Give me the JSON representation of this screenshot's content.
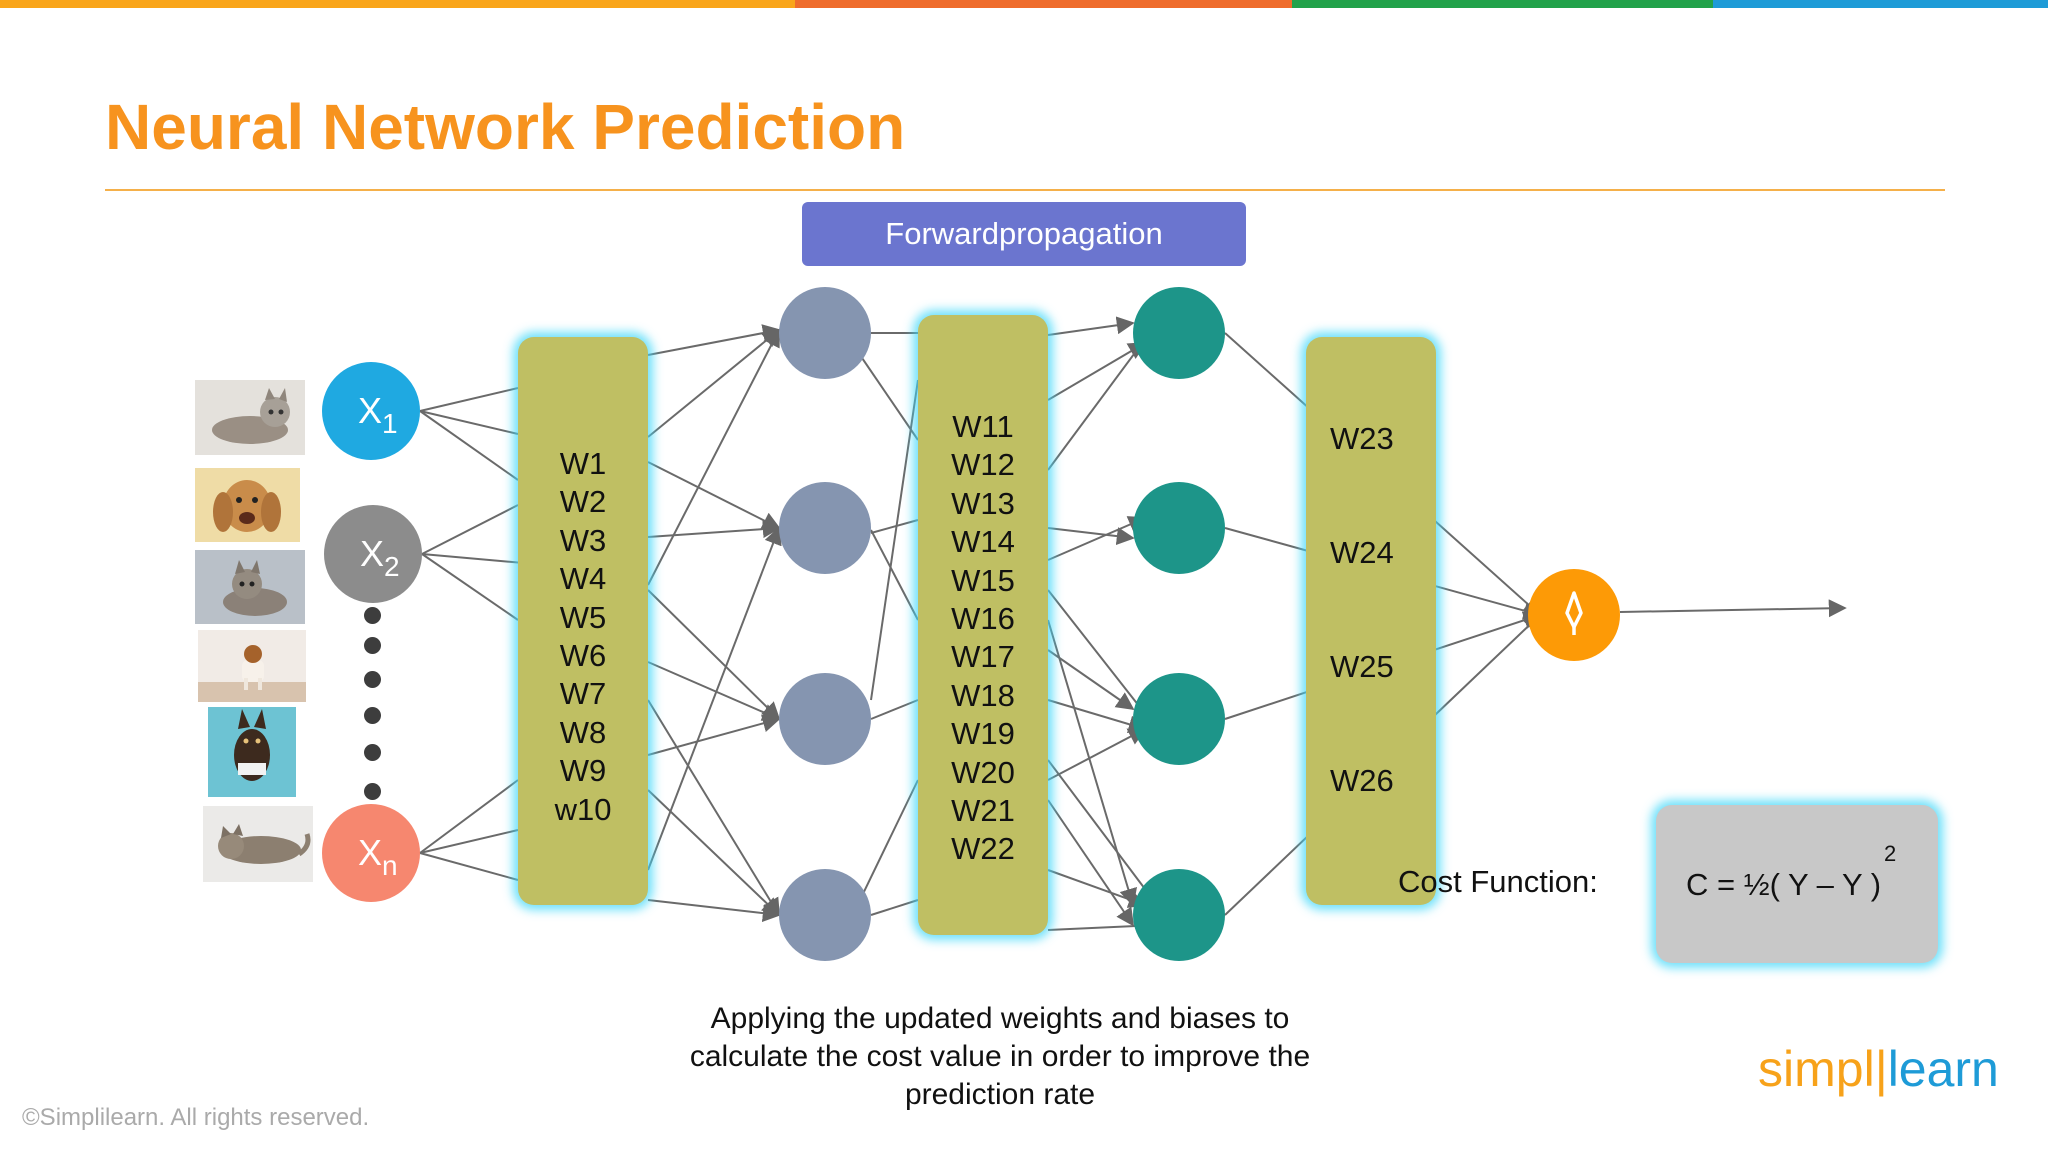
{
  "slide": {
    "title": "Neural Network Prediction",
    "header_colors": [
      "#f9a51a",
      "#ef6c2c",
      "#22a24a",
      "#1e9bd7"
    ]
  },
  "diagram": {
    "phase_label": "Forwardpropagation",
    "inputs": [
      {
        "letter": "X",
        "subscript": "1",
        "color": "#1fa9e1"
      },
      {
        "letter": "X",
        "subscript": "2",
        "color": "#8c8c8c"
      },
      {
        "letter": "X",
        "subscript": "n",
        "color": "#f6876f"
      }
    ],
    "input_images": [
      "cat",
      "dog",
      "cat",
      "dog",
      "dog",
      "cat"
    ],
    "weights_layer1": [
      "W1",
      "W2",
      "W3",
      "W4",
      "W5",
      "W6",
      "W7",
      "W8",
      "W9",
      "w10"
    ],
    "weights_layer2": [
      "W11",
      "W12",
      "W13",
      "W14",
      "W15",
      "W16",
      "W17",
      "W18",
      "W19",
      "W20",
      "W21",
      "W22"
    ],
    "weights_layer3": [
      "W23",
      "W24",
      "W25",
      "W26"
    ],
    "hidden_layer1_color": "#8595b0",
    "hidden_layer2_color": "#1d9589",
    "output_color": "#fd9a06",
    "output_icon": "activation-icon"
  },
  "cost": {
    "label": "Cost Function:",
    "formula": "C = ½( Y – Y )",
    "exponent": "2"
  },
  "caption": {
    "line1": "Applying the updated weights and biases to",
    "line2": "calculate the cost value in order to improve the",
    "line3": "prediction rate"
  },
  "footer": {
    "copyright": "©Simplilearn. All rights reserved.",
    "logo_part1": "simpl",
    "logo_part2": "learn"
  }
}
